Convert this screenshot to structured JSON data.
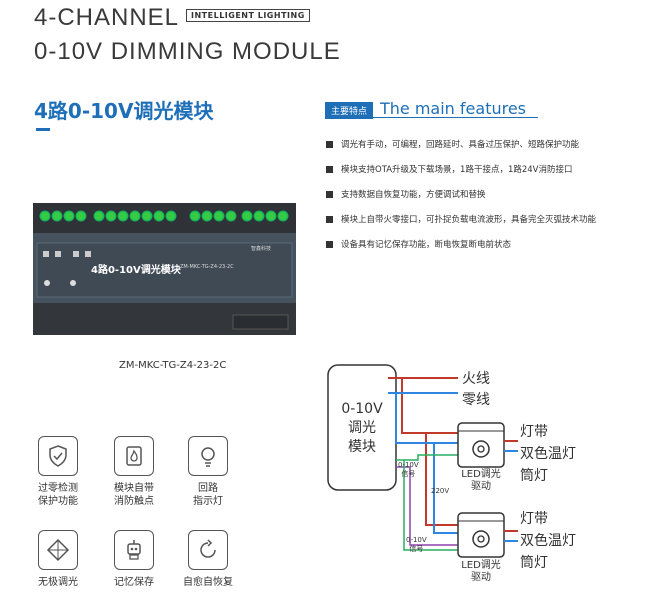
{
  "header": {
    "line1": "4-CHANNEL",
    "line2": "0-10V DIMMING MODULE",
    "badge": "INTELLIGENT LIGHTING"
  },
  "cn_title": "4路0-10V调光模块",
  "features": {
    "tag": "主要特点",
    "title": "The main features",
    "items": [
      "调光有手动，可编程，回路延时、具备过压保护、短路保护功能",
      "模块支持OTA升级及下载场景，1路干接点，1路24V消防接口",
      "支持数据自恢复功能，方便调试和替换",
      "模块上自带火零接口，可扑捉负载电流波形，具备完全灭弧技术功能",
      "设备具有记忆保存功能，断电恢复断电前状态"
    ]
  },
  "device": {
    "label": "4路0-10V调光模块",
    "model_small": "ZM-MKC-TG-Z4-23-2C",
    "brand": "智鑫科技"
  },
  "model": "ZM-MKC-TG-Z4-23-2C",
  "icons": [
    {
      "line1": "过零检测",
      "line2": "保护功能"
    },
    {
      "line1": "模块自带",
      "line2": "消防触点"
    },
    {
      "line1": "回路",
      "line2": "指示灯"
    },
    {
      "line1": "无极调光",
      "line2": ""
    },
    {
      "line1": "记忆保存",
      "line2": ""
    },
    {
      "line1": "自愈自恢复",
      "line2": ""
    }
  ],
  "diagram": {
    "module_l1": "0-10V",
    "module_l2": "调光",
    "module_l3": "模块",
    "live": "火线",
    "neutral": "零线",
    "loads": [
      "灯带",
      "双色温灯",
      "筒灯"
    ],
    "driver_l1": "LED调光",
    "driver_l2": "驱动",
    "sig_l1": "0-10V",
    "sig_l2": "信号",
    "v220": "220V"
  }
}
